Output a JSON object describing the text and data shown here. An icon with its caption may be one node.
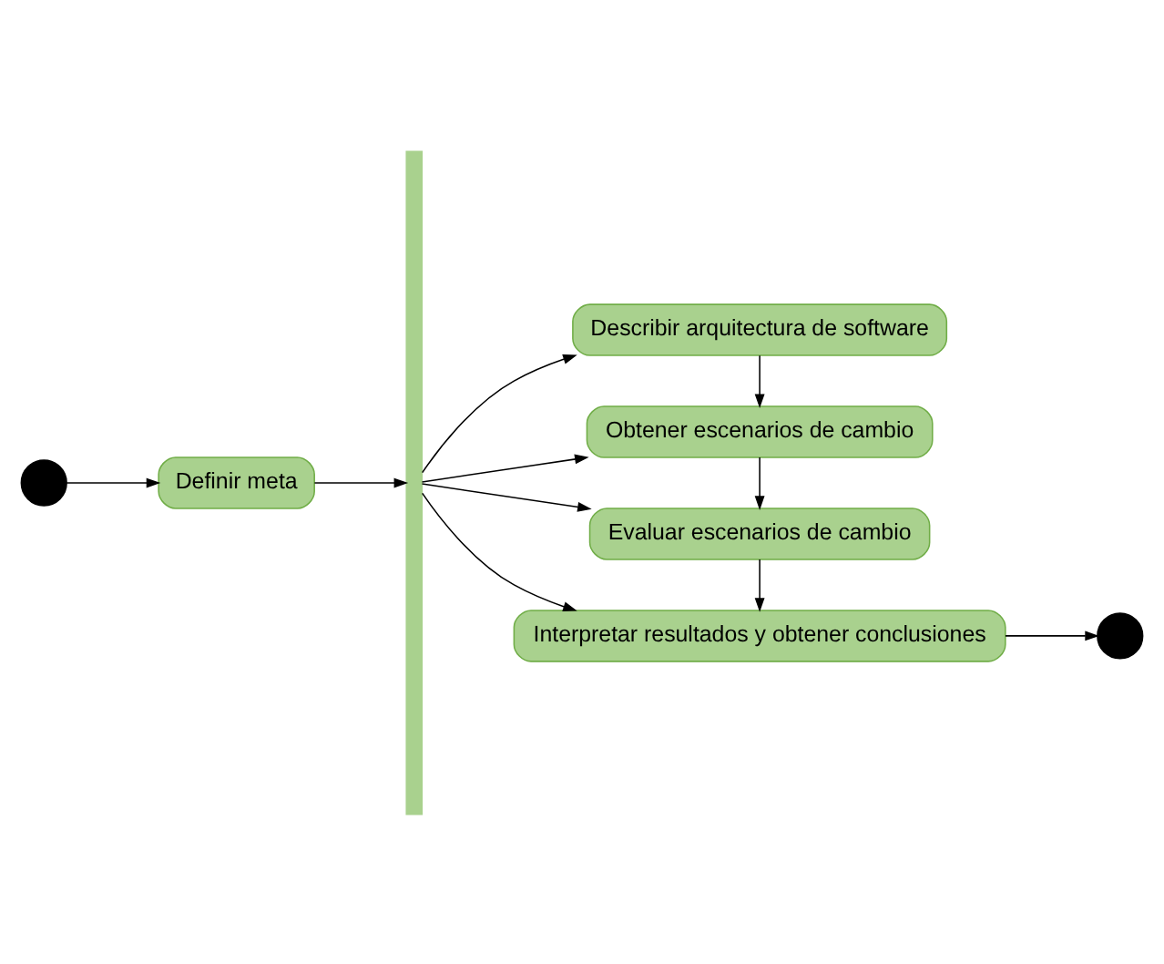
{
  "diagram": {
    "nodes": [
      {
        "text": [],
        "shape": "circle"
      },
      {
        "text": [
          "Definir meta"
        ]
      },
      {
        "text": [],
        "shape": "bar"
      },
      {
        "text": [
          "Describir arquitectura de software"
        ]
      },
      {
        "text": [
          "Obtener escenarios de cambio"
        ]
      },
      {
        "text": [
          "Evaluar escenarios de cambio"
        ]
      },
      {
        "text": [
          "Interpretar resultados y obtener conclusiones"
        ]
      },
      {
        "text": [],
        "shape": "circle"
      }
    ],
    "edges": [
      {
        "from": 0,
        "to": 1,
        "arrow": "to"
      },
      {
        "from": 1,
        "to": 2,
        "arrow": "to"
      },
      {
        "from": 2,
        "to": 3,
        "arrow": "to"
      },
      {
        "from": 2,
        "to": 4,
        "arrow": "to"
      },
      {
        "from": 2,
        "to": 5,
        "arrow": "to"
      },
      {
        "from": 2,
        "to": 6,
        "arrow": "to"
      },
      {
        "from": 3,
        "to": 4,
        "arrow": "to"
      },
      {
        "from": 4,
        "to": 5,
        "arrow": "to"
      },
      {
        "from": 5,
        "to": 6,
        "arrow": "to"
      },
      {
        "from": 6,
        "to": 7,
        "arrow": "to"
      }
    ]
  }
}
